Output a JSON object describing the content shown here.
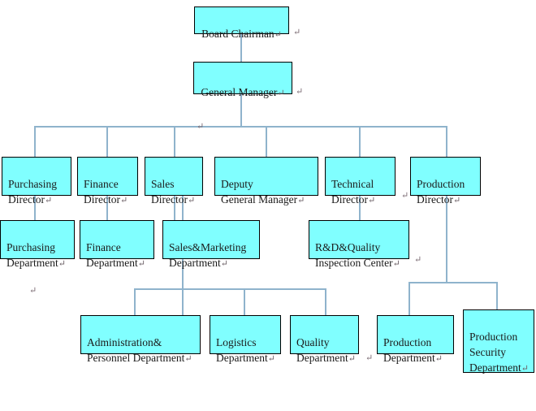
{
  "document": {
    "title": "Organizational Structure Chart",
    "return_mark": "↵",
    "colors": {
      "box_fill": "#80ffff",
      "box_border": "#000000",
      "connector": "#8fb3cc",
      "text": "#1a1a1a",
      "background": "#ffffff"
    }
  },
  "nodes": {
    "board_chairman": {
      "label": "Board Chairman",
      "mark": "↵"
    },
    "general_manager": {
      "label": "General Manager",
      "mark": "↵"
    },
    "purchasing_director": {
      "label": "Purchasing\nDirector",
      "mark": "↵"
    },
    "finance_director": {
      "label": "Finance\nDirector",
      "mark": "↵"
    },
    "sales_director": {
      "label": "Sales\nDirector",
      "mark": "↵"
    },
    "deputy_general_manager": {
      "label": "Deputy\nGeneral Manager",
      "mark": "↵"
    },
    "technical_director": {
      "label": "Technical\nDirector",
      "mark": "↵"
    },
    "production_director": {
      "label": "Production\nDirector",
      "mark": "↵"
    },
    "purchasing_department": {
      "label": "Purchasing\nDepartment",
      "mark": "↵"
    },
    "finance_department": {
      "label": "Finance\nDepartment",
      "mark": "↵"
    },
    "sales_marketing_department": {
      "label": "Sales&Marketing\nDepartment",
      "mark": "↵"
    },
    "rd_quality_inspection_center": {
      "label": "R&D&Quality\nInspection Center",
      "mark": "↵"
    },
    "administration_personnel_department": {
      "label": "Administration&\nPersonnel Department",
      "mark": "↵"
    },
    "logistics_department": {
      "label": "Logistics\nDepartment",
      "mark": "↵"
    },
    "quality_department": {
      "label": "Quality\nDepartment",
      "mark": "↵"
    },
    "production_department": {
      "label": "Production\nDepartment",
      "mark": "↵"
    },
    "production_security_department": {
      "label": "Production\nSecurity\nDepartment",
      "mark": "↵"
    }
  },
  "stray_marks": {
    "chairman_right": "↵",
    "manager_right": "↵",
    "bus_top_center": "↵",
    "production_director_left": "↵",
    "rd_center_right": "↵",
    "canvas_left_middle": "↵",
    "quality_department_right": "↵"
  }
}
